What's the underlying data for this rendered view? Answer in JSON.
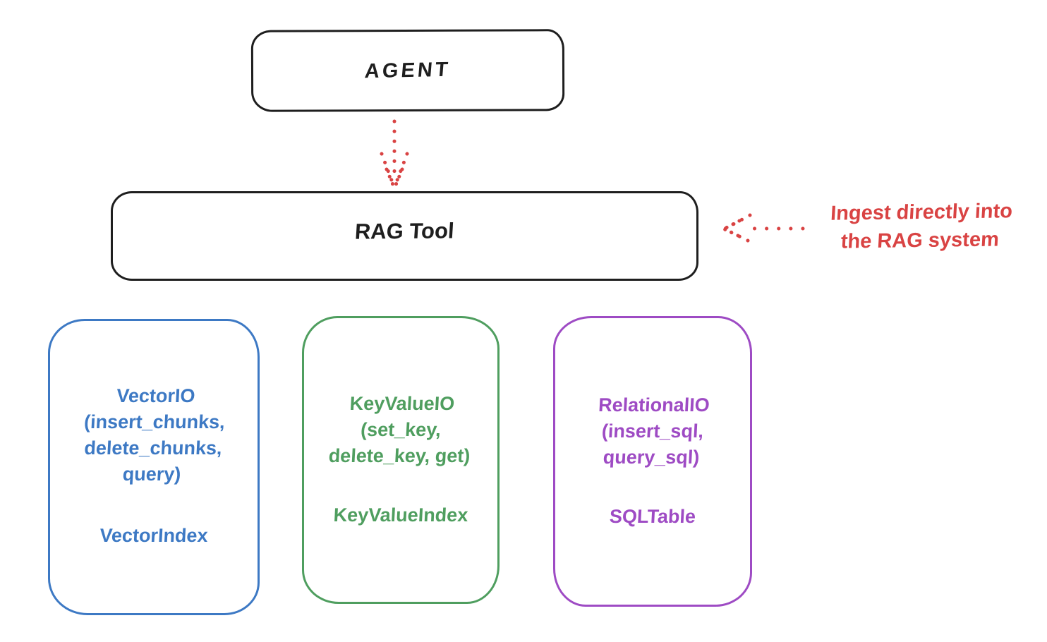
{
  "diagram": {
    "background": "#ffffff",
    "stroke_color": "#1e1e1e",
    "accent_red": "#d94343",
    "agent_box": {
      "label": "AGENT"
    },
    "rag_tool_box": {
      "label": "RAG Tool"
    },
    "ingest_annotation": {
      "line1": "Ingest directly into",
      "line2": "the RAG system",
      "color": "#d94343"
    },
    "arrows": {
      "agent_to_rag": {
        "style": "dotted",
        "direction": "down",
        "color": "#d94343"
      },
      "annotation_to_rag": {
        "style": "dotted",
        "direction": "left",
        "color": "#d94343"
      }
    },
    "io_boxes": [
      {
        "name": "VectorIO",
        "color": "#3d79c4",
        "lines": [
          "VectorIO",
          "(insert_chunks,",
          "delete_chunks,",
          "query)"
        ],
        "index_label": "VectorIndex"
      },
      {
        "name": "KeyValueIO",
        "color": "#4f9e5f",
        "lines": [
          "KeyValueIO",
          "(set_key,",
          "delete_key, get)"
        ],
        "index_label": "KeyValueIndex"
      },
      {
        "name": "RelationalIO",
        "color": "#9e4bc4",
        "lines": [
          "RelationalIO",
          "(insert_sql,",
          "query_sql)"
        ],
        "index_label": "SQLTable"
      }
    ]
  }
}
